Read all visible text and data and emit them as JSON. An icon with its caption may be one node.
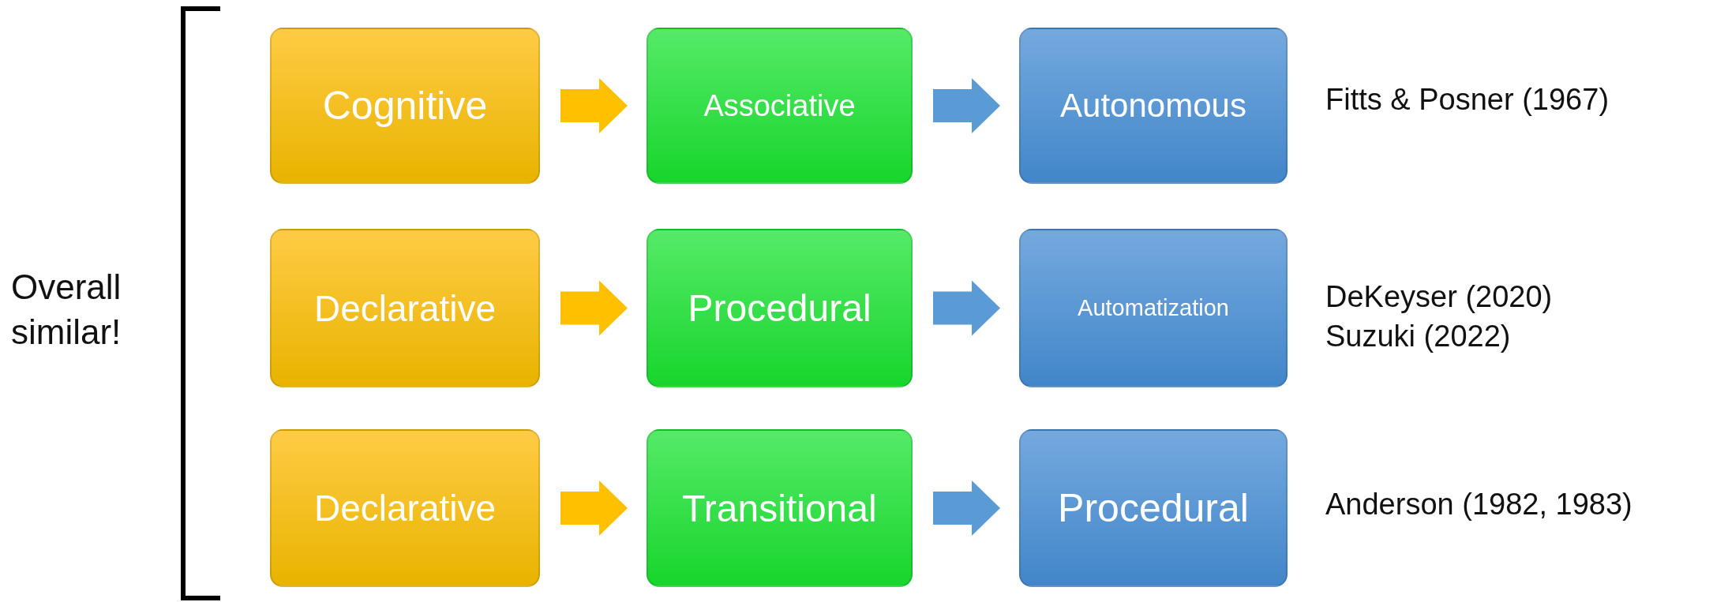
{
  "diagram": {
    "nodes": [
      {
        "text": [
          "Cognitive"
        ]
      },
      {
        "text": [
          "Associative"
        ]
      },
      {
        "text": [
          "Autonomous"
        ]
      },
      {
        "text": [
          "Declarative"
        ]
      },
      {
        "text": [
          "Procedural"
        ]
      },
      {
        "text": [
          "Automatization"
        ]
      },
      {
        "text": [
          "Declarative"
        ]
      },
      {
        "text": [
          "Transitional"
        ]
      },
      {
        "text": [
          "Procedural"
        ]
      }
    ],
    "edges": [
      {
        "from": 0,
        "to": 1,
        "arrow": "to",
        "color": "#ffc000"
      },
      {
        "from": 1,
        "to": 2,
        "arrow": "to",
        "color": "#5b9bd5"
      },
      {
        "from": 3,
        "to": 4,
        "arrow": "to",
        "color": "#ffc000"
      },
      {
        "from": 4,
        "to": 5,
        "arrow": "to",
        "color": "#5b9bd5"
      },
      {
        "from": 6,
        "to": 7,
        "arrow": "to",
        "color": "#ffc000"
      },
      {
        "from": 7,
        "to": 8,
        "arrow": "to",
        "color": "#5b9bd5"
      }
    ],
    "labels": [
      "Overall similar!",
      "Fitts & Posner (1967)",
      "DeKeyser (2020)",
      "Suzuki (2022)",
      "Anderson (1982, 1983)"
    ]
  }
}
